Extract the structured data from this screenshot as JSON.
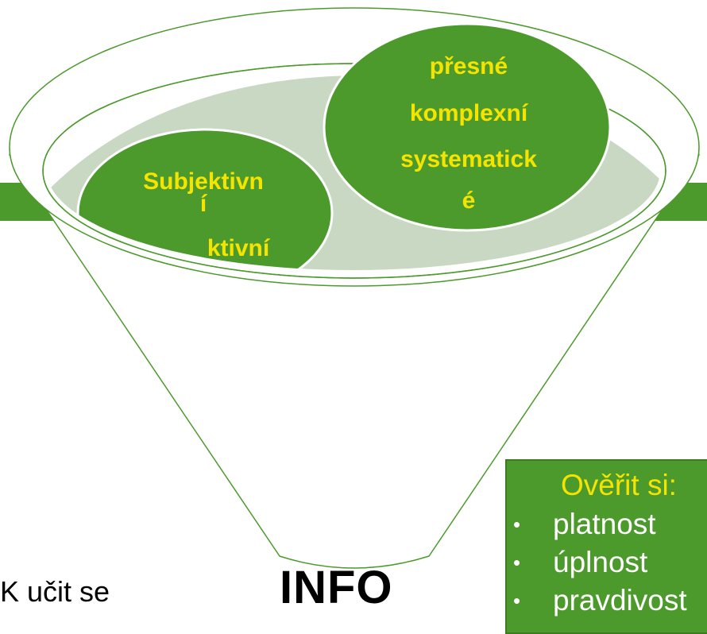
{
  "colors": {
    "green": "#4d9a2c",
    "inner_ellipse": "#c9d8c3",
    "yellow_text": "#f5e400",
    "funnel_stroke": "#4d9a2c"
  },
  "bubbles": [
    {
      "lines": [
        "Subjektivn",
        "í",
        "ktivní"
      ]
    },
    {
      "lines": [
        "přesné",
        "komplexní",
        "systematick",
        "é"
      ]
    }
  ],
  "info_label": "INFO",
  "left_text": "K učit se",
  "verify": {
    "title": "Ověřit si:",
    "bullet": "•",
    "items": [
      "platnost",
      "úplnost",
      "pravdivost"
    ]
  }
}
